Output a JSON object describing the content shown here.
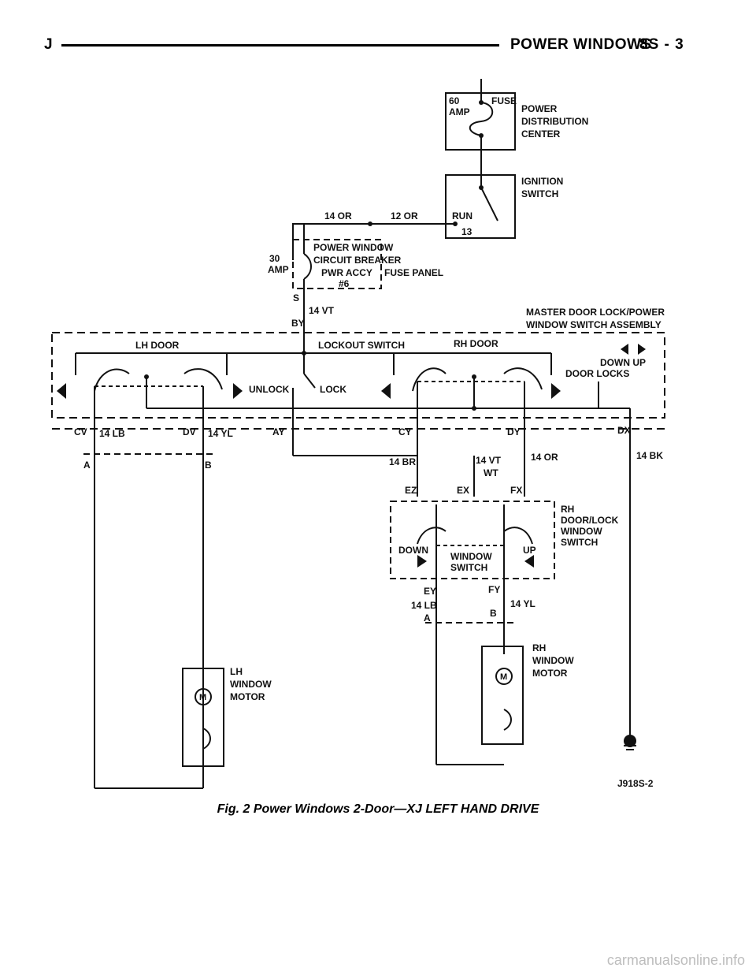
{
  "header": {
    "chapter_letter": "J",
    "section_title": "POWER WINDOWS",
    "page_number": "8S - 3"
  },
  "labels": {
    "amp60": "60",
    "amp": "AMP",
    "fuse": "FUSE",
    "pdc1": "POWER",
    "pdc2": "DISTRIBUTION",
    "pdc3": "CENTER",
    "ign1": "IGNITION",
    "ign2": "SWITCH",
    "run": "RUN",
    "term13": "13",
    "w14or_top": "14 OR",
    "w12or": "12 OR",
    "cb1": "POWER WINDOW",
    "cb2": "CIRCUIT BREAKER",
    "cb3": "PWR ACCY",
    "cb4": "#6",
    "fuse_panel": "FUSE PANEL",
    "amp30_1": "30",
    "amp30_2": "AMP",
    "conn_s": "S",
    "w14vt": "14 VT",
    "conn_by": "BY",
    "master1": "MASTER DOOR LOCK/POWER",
    "master2": "WINDOW SWITCH ASSEMBLY",
    "lh_door": "LH DOOR",
    "lockout": "LOCKOUT SWITCH",
    "rh_door": "RH DOOR",
    "down_up": "DOWN  UP",
    "door_locks": "DOOR LOCKS",
    "unlock": "UNLOCK",
    "lock": "LOCK",
    "cv": "CV",
    "w14lb": "14 LB",
    "dv": "DV",
    "w14yl": "14 YL",
    "ay": "AY",
    "cy": "CY",
    "dy": "DY",
    "dx": "DX",
    "conn_a": "A",
    "conn_b": "B",
    "w14br": "14 BR",
    "w14vt_wt1": "14 VT",
    "w14vt_wt2": "WT",
    "w14or": "14 OR",
    "w14bk": "14 BK",
    "ez": "EZ",
    "ex": "EX",
    "fx": "FX",
    "rhsw1": "RH",
    "rhsw2": "DOOR/LOCK",
    "rhsw3": "WINDOW",
    "rhsw4": "SWITCH",
    "down": "DOWN",
    "up": "UP",
    "winsw1": "WINDOW",
    "winsw2": "SWITCH",
    "ey": "EY",
    "fy": "FY",
    "w14lb_b": "14 LB",
    "w14yl_b": "14 YL",
    "conn_a2": "A",
    "conn_b2": "B",
    "rhm1": "RH",
    "rhm2": "WINDOW",
    "rhm3": "MOTOR",
    "lhm1": "LH",
    "lhm2": "WINDOW",
    "lhm3": "MOTOR",
    "motor_m": "M",
    "motor_m2": "M",
    "fig_code": "J918S-2"
  },
  "caption": "Fig. 2 Power Windows 2-Door—XJ LEFT HAND DRIVE",
  "watermark": "carmanualsonline.info"
}
